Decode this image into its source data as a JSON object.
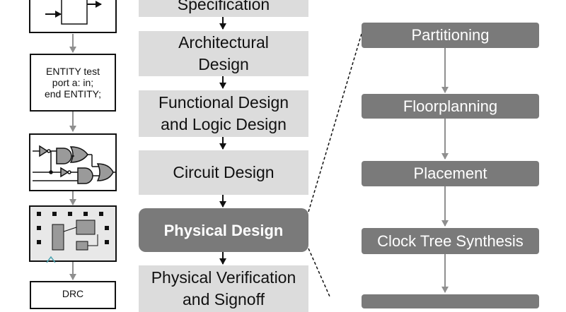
{
  "flow": {
    "main_steps": [
      "Specification",
      "Architectural\nDesign",
      "Functional Design\nand Logic Design",
      "Circuit Design",
      "Physical Design",
      "Physical Verification\nand Signoff"
    ],
    "active_step": "Physical Design",
    "sub_steps": [
      "Partitioning",
      "Floorplanning",
      "Placement",
      "Clock Tree Synthesis"
    ]
  },
  "thumbnails": {
    "hdl_code": "ENTITY test\nport a: in;\nend ENTITY;",
    "drc_label": "DRC"
  },
  "colors": {
    "main_box": "#dcdcdc",
    "active_box": "#7a7a7a",
    "sub_box": "#7a7a7a",
    "connector": "#9a9a9a"
  }
}
